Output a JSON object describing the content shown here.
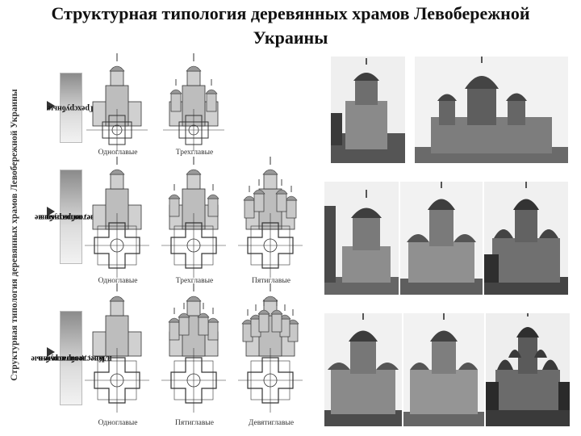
{
  "title_line1": "Структурная типология деревянных храмов Левобережной",
  "title_line2": "Украины",
  "vertical_label": "Структурная типология деревянных храмов Левобережной Украины",
  "categories": [
    {
      "label_line1": "Трехсрубные",
      "label_line2": ""
    },
    {
      "label_line1": "Крестообразные в",
      "label_line2": "плане, пятисрубные"
    },
    {
      "label_line1": "Крестообразные в",
      "label_line2": "плане, девятисрубные"
    }
  ],
  "captions_row1": [
    "Одноглавые",
    "Трехглавые"
  ],
  "captions_row2": [
    "Одноглавые",
    "Трехглавые",
    "Пятиглавые"
  ],
  "captions_row3": [
    "Одноглавые",
    "Пятиглавые",
    "Девятиглавые"
  ],
  "colors": {
    "ink": "#333333",
    "photo_dark": "#4a4a4a",
    "photo_sky": "#f3f3f3"
  }
}
